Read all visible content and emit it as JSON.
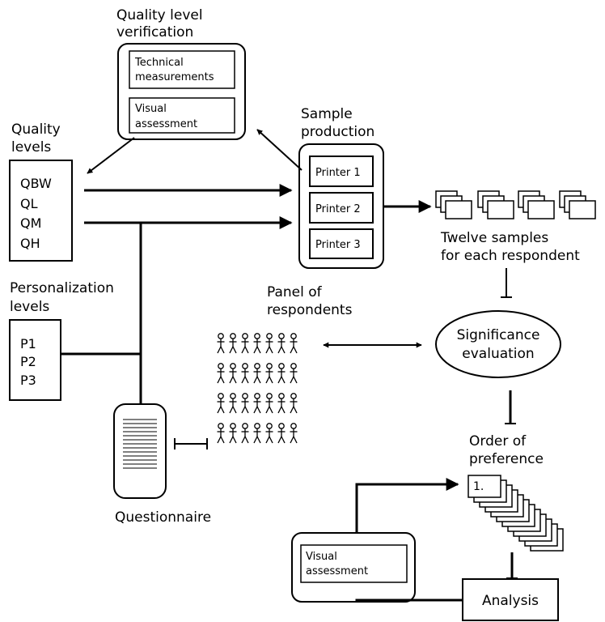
{
  "quality_verification": {
    "title_line1": "Quality level",
    "title_line2": "verification",
    "box1_line1": "Technical",
    "box1_line2": "measurements",
    "box2_line1": "Visual",
    "box2_line2": "assessment"
  },
  "quality_levels": {
    "title_line1": "Quality",
    "title_line2": "levels",
    "items": [
      "QBW",
      "QL",
      "QM",
      "QH"
    ]
  },
  "personalization_levels": {
    "title_line1": "Personalization",
    "title_line2": "levels",
    "items": [
      "P1",
      "P2",
      "P3"
    ]
  },
  "sample_production": {
    "title_line1": "Sample",
    "title_line2": "production",
    "printers": [
      "Printer 1",
      "Printer 2",
      "Printer 3"
    ]
  },
  "samples": {
    "caption_line1": "Twelve samples",
    "caption_line2": "for each respondent"
  },
  "panel": {
    "title_line1": "Panel of",
    "title_line2": "respondents"
  },
  "significance": {
    "line1": "Significance",
    "line2": "evaluation"
  },
  "order": {
    "title_line1": "Order of",
    "title_line2": "preference",
    "first_card": "1."
  },
  "questionnaire": {
    "label": "Questionnaire"
  },
  "final_assessment": {
    "line1": "Visual",
    "line2": "assessment"
  },
  "analysis": {
    "label": "Analysis"
  }
}
